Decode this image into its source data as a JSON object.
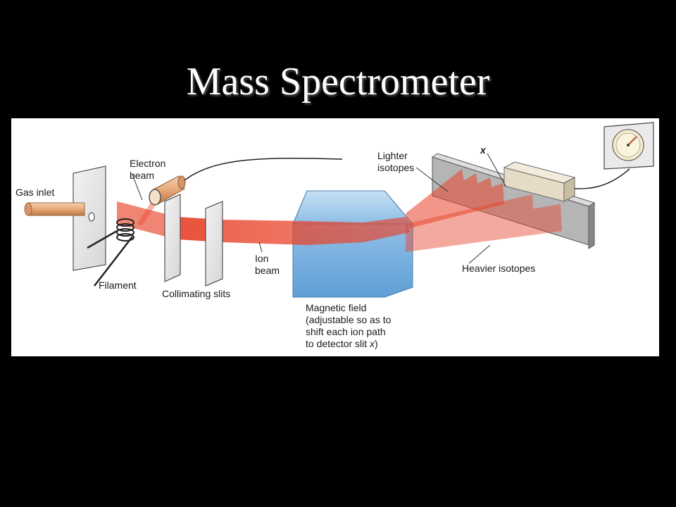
{
  "title": "Mass Spectrometer",
  "labels": {
    "gas_inlet": "Gas inlet",
    "electron_beam": [
      "Electron",
      "beam"
    ],
    "filament": "Filament",
    "collimating_slits": "Collimating slits",
    "ion_beam": [
      "Ion",
      "beam"
    ],
    "lighter_isotopes": [
      "Lighter",
      "isotopes"
    ],
    "detector_x": "x",
    "heavier_isotopes": "Heavier isotopes",
    "magnetic_field": [
      "Magnetic field",
      "(adjustable so as to",
      "shift each ion path",
      "to detector slit "
    ],
    "magnetic_field_x": "x",
    "magnetic_field_close": ")"
  },
  "colors": {
    "background": "#000000",
    "panel": "#ffffff",
    "beam": "#e8432a",
    "magnet": "#7fb4e0",
    "gas_inlet": "#e8a878"
  },
  "icons": [
    "gauge-icon",
    "filament-coil-icon",
    "electron-gun-icon"
  ]
}
